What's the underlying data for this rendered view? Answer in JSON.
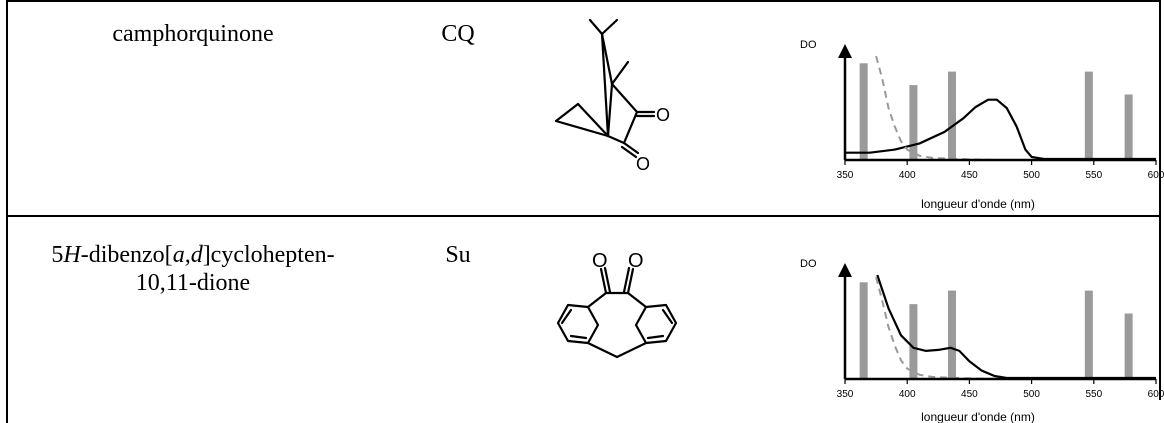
{
  "rows": [
    {
      "name_parts": [
        "camphorquinone"
      ],
      "abbreviation": "CQ",
      "structure_icon": "camphorquinone-structure",
      "spectrum": {
        "y_label": "DO",
        "x_label": "longueur d'onde (nm)",
        "x_ticks": [
          "350",
          "400",
          "450",
          "500",
          "550",
          "600"
        ]
      }
    },
    {
      "name_line1_prefix": "5",
      "name_line1_italic1": "H",
      "name_line1_mid": "-dibenzo[",
      "name_line1_italic2": "a,d",
      "name_line1_suffix": "]cyclohepten-",
      "name_line2": "10,11-dione",
      "abbreviation": "Su",
      "structure_icon": "dibenzocycloheptenedione-structure",
      "spectrum": {
        "y_label": "DO",
        "x_label": "longueur d'onde (nm)",
        "x_ticks": [
          "350",
          "400",
          "450",
          "500",
          "550",
          "600"
        ]
      }
    }
  ],
  "chart_data": [
    {
      "type": "line",
      "xlim": [
        350,
        600
      ],
      "x_ticks": [
        350,
        400,
        450,
        500,
        550,
        600
      ],
      "xlabel": "longueur d'onde (nm)",
      "ylabel": "DO",
      "lamp_lines_nm": [
        365,
        405,
        436,
        546,
        578
      ],
      "lamp_line_rel_heights": [
        0.93,
        0.72,
        0.85,
        0.85,
        0.63
      ],
      "series": [
        {
          "style": "solid",
          "color": "#000000",
          "x": [
            350,
            370,
            390,
            410,
            430,
            445,
            455,
            465,
            472,
            480,
            488,
            495,
            500,
            510,
            530,
            600
          ],
          "y": [
            0.07,
            0.07,
            0.1,
            0.16,
            0.27,
            0.4,
            0.51,
            0.58,
            0.58,
            0.5,
            0.32,
            0.1,
            0.03,
            0.01,
            0.01,
            0.01
          ]
        },
        {
          "style": "dashed",
          "color": "#999999",
          "x": [
            375,
            380,
            385,
            390,
            395,
            400,
            410,
            420,
            440,
            470,
            600
          ],
          "y": [
            1.0,
            0.78,
            0.5,
            0.32,
            0.18,
            0.1,
            0.04,
            0.02,
            0.01,
            0.0,
            0.0
          ]
        }
      ]
    },
    {
      "type": "line",
      "xlim": [
        350,
        600
      ],
      "x_ticks": [
        350,
        400,
        450,
        500,
        550,
        600
      ],
      "xlabel": "longueur d'onde (nm)",
      "ylabel": "DO",
      "lamp_lines_nm": [
        365,
        405,
        436,
        546,
        578
      ],
      "lamp_line_rel_heights": [
        0.93,
        0.72,
        0.85,
        0.85,
        0.63
      ],
      "series": [
        {
          "style": "solid",
          "color": "#000000",
          "x": [
            376,
            385,
            395,
            405,
            415,
            425,
            435,
            442,
            450,
            460,
            470,
            480,
            500,
            600
          ],
          "y": [
            1.0,
            0.68,
            0.42,
            0.3,
            0.27,
            0.28,
            0.3,
            0.27,
            0.17,
            0.08,
            0.03,
            0.01,
            0.01,
            0.01
          ]
        },
        {
          "style": "dashed",
          "color": "#999999",
          "x": [
            375,
            380,
            385,
            390,
            395,
            400,
            410,
            420,
            440,
            470,
            600
          ],
          "y": [
            0.98,
            0.75,
            0.5,
            0.32,
            0.18,
            0.1,
            0.04,
            0.02,
            0.01,
            0.0,
            0.0
          ]
        }
      ]
    }
  ]
}
